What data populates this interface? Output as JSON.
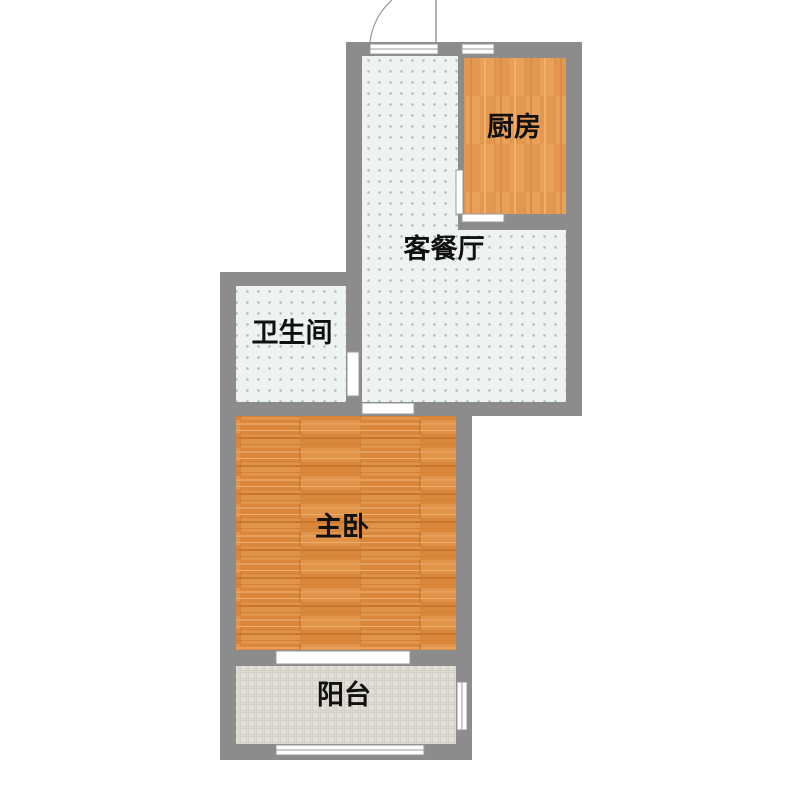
{
  "rooms": {
    "kitchen": "厨房",
    "living_dining": "客餐厅",
    "bathroom": "卫生间",
    "master_bedroom": "主卧",
    "balcony": "阳台"
  },
  "colors": {
    "wall": "#8c8c8c",
    "tile_floor": "#eef3f2",
    "tile_dot": "#9fb8b3",
    "wood_light": "#e0944a",
    "wood_dark": "#cf7a2e",
    "kitchen_wood": "#e9a15a",
    "balcony_tile": "#dcd9d3",
    "window": "#ffffff"
  }
}
